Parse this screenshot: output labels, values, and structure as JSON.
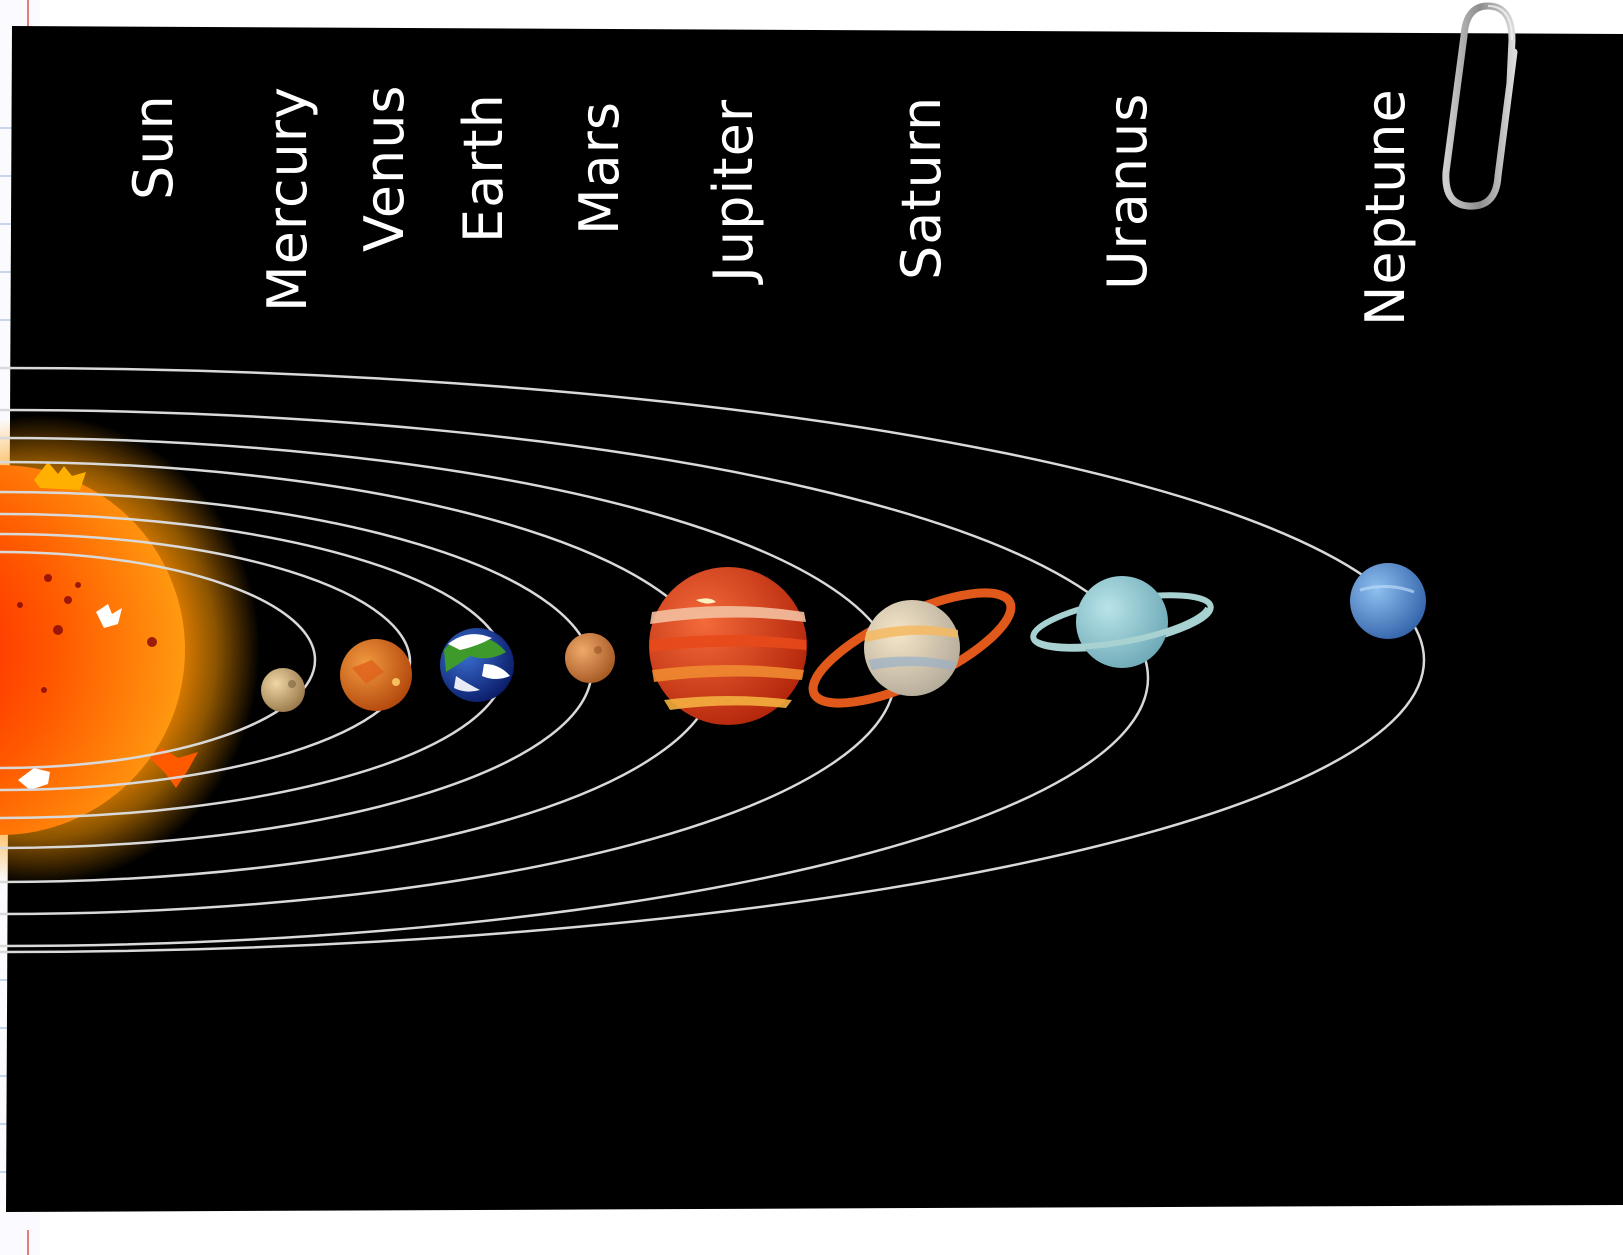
{
  "diagram": {
    "labels": [
      {
        "id": "sun",
        "text": "Sun"
      },
      {
        "id": "mercury",
        "text": "Mercury"
      },
      {
        "id": "venus",
        "text": "Venus"
      },
      {
        "id": "earth",
        "text": "Earth"
      },
      {
        "id": "mars",
        "text": "Mars"
      },
      {
        "id": "jupiter",
        "text": "Jupiter"
      },
      {
        "id": "saturn",
        "text": "Saturn"
      },
      {
        "id": "uranus",
        "text": "Uranus"
      },
      {
        "id": "neptune",
        "text": "Neptune"
      }
    ]
  },
  "colors": {
    "background": "#000000",
    "orbit": "#d9d9d9",
    "label": "#ffffff",
    "paper_lines": "#b9c6e8",
    "margin_line": "#e05050"
  },
  "icons": {
    "paperclip": "paperclip-icon"
  }
}
